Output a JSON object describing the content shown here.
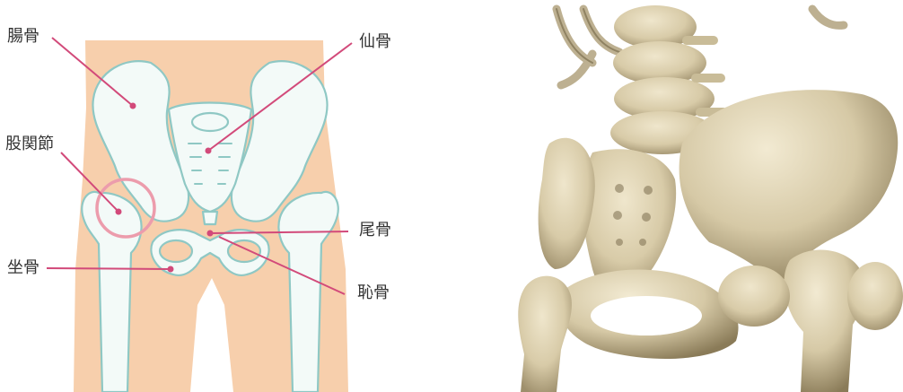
{
  "labels": {
    "ilium": "腸骨",
    "sacrum": "仙骨",
    "hip_joint": "股関節",
    "coccyx": "尾骨",
    "ischium": "坐骨",
    "pubis": "恥骨"
  },
  "colors": {
    "skin": "#f7cfac",
    "bone_fill": "#f3faf8",
    "bone_outline": "#8fc8c4",
    "leader_line": "#d24a7a",
    "joint_circle": "#ec9cac",
    "bone_3d": "#d9cdae",
    "bone_3d_shadow": "#8f8262",
    "label_text": "#333333"
  }
}
